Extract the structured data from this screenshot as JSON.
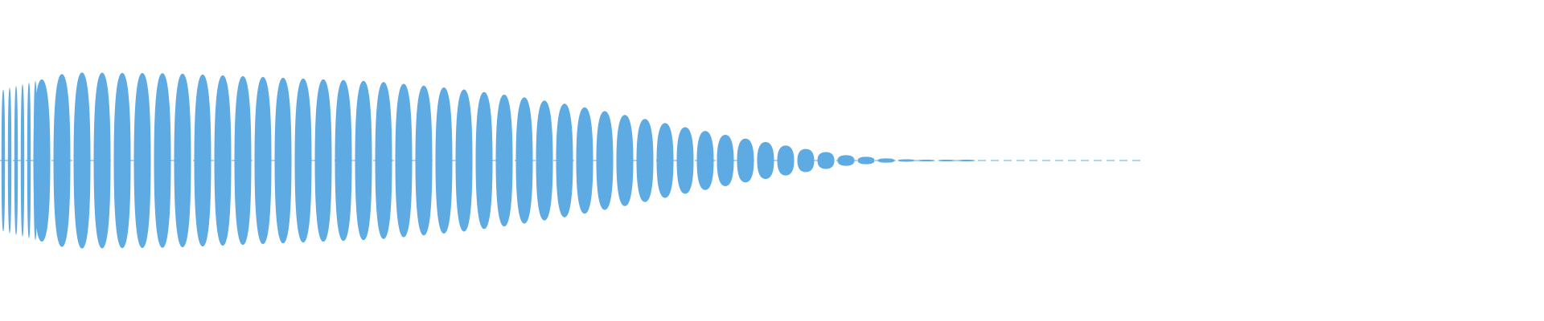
{
  "waveform": {
    "color": "#5eaae2",
    "background": "#ffffff",
    "decay_profile": [
      {
        "t": 0.0,
        "amp": 0.78
      },
      {
        "t": 0.06,
        "amp": 0.98
      },
      {
        "t": 0.15,
        "amp": 0.97
      },
      {
        "t": 0.25,
        "amp": 0.92
      },
      {
        "t": 0.33,
        "amp": 0.88
      },
      {
        "t": 0.4,
        "amp": 0.8
      },
      {
        "t": 0.45,
        "amp": 0.72
      },
      {
        "t": 0.5,
        "amp": 0.62
      },
      {
        "t": 0.55,
        "amp": 0.5
      },
      {
        "t": 0.6,
        "amp": 0.37
      },
      {
        "t": 0.65,
        "amp": 0.25
      },
      {
        "t": 0.7,
        "amp": 0.14
      },
      {
        "t": 0.74,
        "amp": 0.06
      },
      {
        "t": 0.78,
        "amp": 0.02
      },
      {
        "t": 0.8,
        "amp": 0.01
      },
      {
        "t": 1.0,
        "amp": 0.0
      }
    ]
  }
}
